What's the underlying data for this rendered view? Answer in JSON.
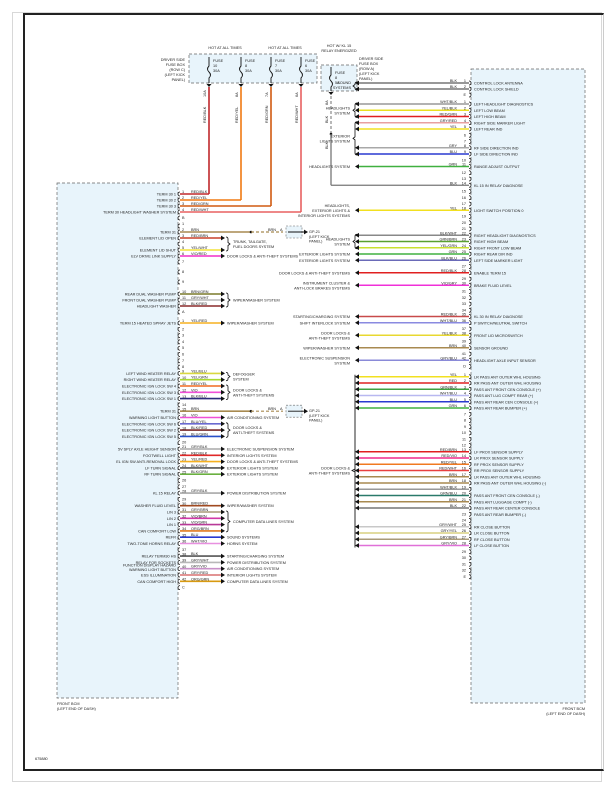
{
  "diagram_id": "675880",
  "fuses": [
    {
      "header": "HOT AT ALL TIMES",
      "label": "FUSE",
      "number": "10",
      "rating": "30A",
      "pin": "10A",
      "wire": "RED/BLK",
      "color": "#c0282c"
    },
    {
      "header": "",
      "label": "FUSE",
      "number": "8",
      "rating": "30A",
      "pin": "8A",
      "wire": "RED/YEL",
      "color": "#f07a12"
    },
    {
      "header": "HOT AT ALL TIMES",
      "label": "FUSE",
      "number": "7",
      "rating": "30A",
      "pin": "7A",
      "wire": "RED/GRN",
      "color": "#d05a10"
    },
    {
      "header": "",
      "label": "FUSE",
      "number": "6",
      "rating": "30A",
      "pin": "6A",
      "wire": "RED/WHT",
      "color": "#e32020"
    }
  ],
  "fuse_box_left": {
    "label": [
      "DRIVER SIDE",
      "FUSE BOX",
      "(ROW C)",
      "(LEFT KICK",
      "PANEL)"
    ]
  },
  "fuse_kl15": {
    "header": [
      "HOT W/ KL 15",
      "RELAY ENERGIZED"
    ],
    "label": "FUSE",
    "number": "8",
    "rating": "5A",
    "pin": "8A",
    "wire_top": "BLK",
    "wire_bottom": "BLK",
    "box_label": [
      "DRIVER SIDE",
      "FUSE BOX",
      "(ROW A)",
      "(LEFT KICK",
      "PANEL)"
    ]
  },
  "ground": {
    "name": "GP-21",
    "location": [
      "(LEFT KICK",
      "PANEL)"
    ],
    "wire": "BRN",
    "connector": "A"
  },
  "left_module": {
    "name": "FRONT BCM",
    "location": "(LEFT END OF DASH)",
    "sections": [
      {
        "connector": "B",
        "pins": [
          {
            "pin": "1",
            "func": "TERM 30 1",
            "wire": "RED/BLK",
            "color": "#c0282c",
            "dest": "",
            "src": "fuse10"
          },
          {
            "pin": "2",
            "func": "TERM 30 2",
            "wire": "RED/YEL",
            "color": "#f07a12",
            "dest": "",
            "src": "fuse8"
          },
          {
            "pin": "3",
            "func": "TERM 30 3",
            "wire": "RED/GRN",
            "color": "#d05a10",
            "dest": "",
            "src": "fuse7"
          },
          {
            "pin": "4",
            "func": "TERM 30 HEADLIGHT WASHER SYSTEM",
            "wire": "RED/WHT",
            "color": "#e86060",
            "dest": "",
            "src": "fuse6"
          }
        ]
      },
      {
        "connector": "A",
        "pins": [
          {
            "pin": "1",
            "func": "",
            "wire": "",
            "color": "",
            "dest": ""
          },
          {
            "pin": "2",
            "func": "TERM 31",
            "wire": "BRN",
            "color": "#a88a50",
            "dest": "GP-21"
          },
          {
            "pin": "3",
            "func": "ELEMENT LID OPEN",
            "wire": "RED/BRN",
            "color": "#c8402a",
            "dest": "TRUNK, TAILGATE, FUEL DOORS SYSTEM"
          },
          {
            "pin": "4",
            "func": "",
            "wire": "",
            "color": "",
            "dest": ""
          },
          {
            "pin": "5",
            "func": "ELEMENT LID SHUT",
            "wire": "YEL/WHT",
            "color": "#f2e23a",
            "dest": "TRUNK, TAILGATE, FUEL DOORS SYSTEM"
          },
          {
            "pin": "6",
            "func": "ELV DRIVE LINK SUPPLY",
            "wire": "VIO/RED",
            "color": "#f02ec8",
            "dest": "DOOR LOCKS & ANTI-THEFT SYSTEMS"
          },
          {
            "pin": "10",
            "func": "REAR DUAL WASHER PUMP",
            "wire": "BRN/GRN",
            "color": "#7a7a2a",
            "dest": "WIPER/WASHER SYSTEM"
          },
          {
            "pin": "11",
            "func": "FRONT DUAL WASHER PUMP",
            "wire": "GRY/WHT",
            "color": "#b8b8b8",
            "dest": "WIPER/WASHER SYSTEM"
          },
          {
            "pin": "12",
            "func": "HEADLIGHT WASHER",
            "wire": "BLK/RED",
            "color": "#8a2a2a",
            "dest": "WIPER/WASHER SYSTEM"
          }
        ]
      },
      {
        "connector": "C",
        "pins": [
          {
            "pin": "1",
            "func": "TERM 15 HEATED SPRAY JETS",
            "wire": "YEL/RED",
            "color": "#f5b020",
            "dest": "WIPER/WASHER SYSTEM"
          },
          {
            "pin": "9",
            "func": "LEFT WIND HEATER RELAY",
            "wire": "YEL/BLU",
            "color": "#d8d840",
            "dest": "DEFOGGER SYSTEM"
          },
          {
            "pin": "10",
            "func": "RIGHT WIND HEATER RELAY",
            "wire": "YEL/GRN",
            "color": "#a8d830",
            "dest": "DEFOGGER SYSTEM"
          },
          {
            "pin": "11",
            "func": "ELECTRONIC IGN LOCK SW 4",
            "wire": "RED/YEL",
            "color": "#f06a20",
            "dest": "DOOR LOCKS & ANTI-THEFT SYSTEMS"
          },
          {
            "pin": "12",
            "func": "ELECTRONIC IGN LOCK SW 3",
            "wire": "VIO",
            "color": "#f050d8",
            "dest": "DOOR LOCKS & ANTI-THEFT SYSTEMS"
          },
          {
            "pin": "13",
            "func": "ELECTRONIC IGN LOCK SW 1",
            "wire": "BLK/BLU",
            "color": "#2a2a7a",
            "dest": "DOOR LOCKS & ANTI-THEFT SYSTEMS"
          },
          {
            "pin": "15",
            "func": "TERM 31",
            "wire": "BRN",
            "color": "#a88a50",
            "dest": "GP-21"
          },
          {
            "pin": "16",
            "func": "WARNING LIGHT BUTTON",
            "wire": "VIO",
            "color": "#f050d8",
            "dest": "AIR CONDITIONING SYSTEM"
          },
          {
            "pin": "17",
            "func": "ELECTRONIC IGN LOCK SW 6",
            "wire": "BLU/YEL",
            "color": "#6a6ad0",
            "dest": "DOOR LOCKS & ANTI-THEFT SYSTEMS"
          },
          {
            "pin": "18",
            "func": "ELECTRONIC IGN LOCK SW 2",
            "wire": "BLK/RED",
            "color": "#7a2a2a",
            "dest": "DOOR LOCKS & ANTI-THEFT SYSTEMS"
          },
          {
            "pin": "19",
            "func": "ELECTRONIC IGN LOCK SW 5",
            "wire": "BLU/GRN",
            "color": "#2a50c8",
            "dest": "DOOR LOCKS & ANTI-THEFT SYSTEMS"
          },
          {
            "pin": "21",
            "func": "5V SPLY AXLE HEIGHT SENSOR",
            "wire": "GRY/BLK",
            "color": "#a8a8a8",
            "dest": "ELECTRONIC SUSPENSION SYSTEM"
          },
          {
            "pin": "22",
            "func": "FOOTWELL LIGHT",
            "wire": "RED/BLK",
            "color": "#e02828",
            "dest": "INTERIOR LIGHTS SYSTEM"
          },
          {
            "pin": "23",
            "func": "EL IGN SW ANTI-REMOVAL LOCK",
            "wire": "YEL/RED",
            "color": "#f5b020",
            "dest": "DOOR LOCKS & ANTI-THEFT SYSTEMS"
          },
          {
            "pin": "24",
            "func": "LF TURN SIGNAL",
            "wire": "BLK/WHT",
            "color": "#555555",
            "dest": "EXTERIOR LIGHTS SYSTEM"
          },
          {
            "pin": "25",
            "func": "RF TURN SIGNAL",
            "wire": "BLK/GRN",
            "color": "#6ab040",
            "dest": "EXTERIOR LIGHTS SYSTEM"
          },
          {
            "pin": "28",
            "func": "KL 15 RELAY",
            "wire": "GRY/BLK",
            "color": "#a8a8a8",
            "dest": "POWER DISTRIBUTION SYSTEM"
          },
          {
            "pin": "30",
            "func": "WASHER FLUID LEVEL",
            "wire": "BRN/RED",
            "color": "#a04a20",
            "dest": "WIPER/WASHER SYSTEM"
          },
          {
            "pin": "31",
            "func": "LIN 3",
            "wire": "GRY/BRN",
            "color": "#a89a78",
            "dest": "COMPUTER DATA LINES SYSTEM"
          },
          {
            "pin": "32",
            "func": "LIN 2",
            "wire": "VIO/BRN",
            "color": "#d03aa8",
            "dest": "COMPUTER DATA LINES SYSTEM"
          },
          {
            "pin": "33",
            "func": "LIN 1",
            "wire": "VIO/GRN",
            "color": "#b83a98",
            "dest": "COMPUTER DATA LINES SYSTEM"
          },
          {
            "pin": "34",
            "func": "CAN COMFORT LOW",
            "wire": "ORG/BRN",
            "color": "#e07a20",
            "dest": "COMPUTER DATA LINES SYSTEM"
          },
          {
            "pin": "35",
            "func": "REFR",
            "wire": "BLU",
            "color": "#2a3ad0",
            "dest": "SOUND SYSTEMS"
          },
          {
            "pin": "36",
            "func": "TWO-TONE HORNS RELAY",
            "wire": "WHT/VIO",
            "color": "#e890e0",
            "dest": "HORNS SYSTEM"
          },
          {
            "pin": "38",
            "func": "RELAY TERM30 HS",
            "wire": "BLK",
            "color": "#555555",
            "dest": "STARTING/CHARGING SYSTEM"
          },
          {
            "pin": "39",
            "func": "RELAY FOR SOCKETS",
            "wire": "GRY/WHT",
            "color": "#b8b8b8",
            "dest": "POWER DISTRIBUTION SYSTEM"
          },
          {
            "pin": "40",
            "func": "FUNCTION DISPLAY HAZARD WARNING LIGHT BUTTON",
            "wire": "GRY/VIO",
            "color": "#c890c8",
            "dest": "AIR CONDITIONING SYSTEM"
          },
          {
            "pin": "41",
            "func": "ESS ILLUMINATION",
            "wire": "GRY/RED",
            "color": "#d87070",
            "dest": "INTERIOR LIGHTS SYSTEM"
          },
          {
            "pin": "42",
            "func": "CAN COMFORT HIGH",
            "wire": "ORG/GRN",
            "color": "#d89a10",
            "dest": "COMPUTER DATA LINES SYSTEM"
          }
        ]
      }
    ]
  },
  "right_module": {
    "name": "FRONT BCM",
    "location": "(LEFT END OF DASH)",
    "connector_d": [
      {
        "pin": "1",
        "func": "CONTROL LOCK ANTENNA",
        "wire": "BLK",
        "color": "#777777",
        "src": "SOUND SYSTEMS"
      },
      {
        "pin": "2",
        "func": "CONTROL LOCK SHIELD",
        "wire": "BLK",
        "color": "#777777",
        "src": "SOUND SYSTEMS"
      }
    ],
    "connector_c": [
      {
        "pin": "1",
        "func": "LEFT HEADLIGHT DIAGNOSTICS",
        "wire": "WHT/BLK",
        "color": "#999999",
        "src": "HEADLIGHTS SYSTEM"
      },
      {
        "pin": "2",
        "func": "LEFT LOW BEAM",
        "wire": "YEL/BLK",
        "color": "#e8e020",
        "src": "HEADLIGHTS SYSTEM"
      },
      {
        "pin": "3",
        "func": "LEFT HIGH BEAM",
        "wire": "RED/GRN",
        "color": "#e02020",
        "src": "HEADLIGHTS SYSTEM"
      },
      {
        "pin": "4",
        "func": "RIGHT SIDE MARKER LIGHT",
        "wire": "GRY/RED",
        "color": "#e8a0a0",
        "src": "EXTERIOR LIGHTS SYSTEM"
      },
      {
        "pin": "5",
        "func": "LEFT REAR IND",
        "wire": "YEL",
        "color": "#f2e020",
        "src": "EXTERIOR LIGHTS SYSTEM"
      },
      {
        "pin": "8",
        "func": "RF SIDE DIRECTION IND",
        "wire": "GRY",
        "color": "#a8a8a8",
        "src": "EXTERIOR LIGHTS SYSTEM"
      },
      {
        "pin": "9",
        "func": "LF SIDE DIRECTION IND",
        "wire": "BLU",
        "color": "#2a3ad0",
        "src": "EXTERIOR LIGHTS SYSTEM"
      },
      {
        "pin": "11",
        "func": "RANGE ADJUST OUTPUT",
        "wire": "GRN",
        "color": "#40b040",
        "src": "HEADLIGHTS SYSTEM"
      },
      {
        "pin": "14",
        "func": "KL 15 IN RELAY DIAGNOSE",
        "wire": "BLK",
        "color": "#777777",
        "src": "fuse_kl15"
      },
      {
        "pin": "18",
        "func": "LIGHT SWITCH POSITION 0",
        "wire": "YEL",
        "color": "#f2e020",
        "src": "HEADLIGHTS, EXTERIOR LIGHTS & INTERIOR LIGHTS SYSTEMS"
      },
      {
        "pin": "22",
        "func": "RIGHT HEADLIGHT DIAGNOSTICS",
        "wire": "BLK/WHT",
        "color": "#888888",
        "src": "HEADLIGHTS SYSTEM"
      },
      {
        "pin": "23",
        "func": "RIGHT HIGH BEAM",
        "wire": "GRN/BRN",
        "color": "#5aa030",
        "src": "HEADLIGHTS SYSTEM"
      },
      {
        "pin": "24",
        "func": "RIGHT FRONT LOW BEAM",
        "wire": "YEL/GRN",
        "color": "#c8e030",
        "src": "HEADLIGHTS SYSTEM"
      },
      {
        "pin": "25",
        "func": "RIGHT REAR DIR IND",
        "wire": "GRN",
        "color": "#40b040",
        "src": "EXTERIOR LIGHTS SYSTEM"
      },
      {
        "pin": "26",
        "func": "LEFT SIDE MARKER LIGHT",
        "wire": "BLK/BLU",
        "color": "#6a6ab8",
        "src": "EXTERIOR LIGHTS SYSTEM"
      },
      {
        "pin": "28",
        "func": "ENABLE TERM 15",
        "wire": "RED/BLK",
        "color": "#e02020",
        "src": "DOOR LOCKS & ANTI-THEFT SYSTEMS"
      },
      {
        "pin": "30",
        "func": "BRAKE FLUID LEVEL",
        "wire": "VIO/GRY",
        "color": "#f030d8",
        "src": "INSTRUMENT CLUSTER & ANTI-LOCK BRAKES SYSTEMS"
      },
      {
        "pin": "35",
        "func": "KL 30 IN RELAY DIAGNOSE",
        "wire": "RED/BLK",
        "color": "#c84a4a",
        "src": "STARTING/CHARGING SYSTEM"
      },
      {
        "pin": "36",
        "func": "P SWITCH/NEUTRAL SWITCH",
        "wire": "WHT/BLU",
        "color": "#8a8ae0",
        "src": "SHIFT INTERLOCK SYSTEM"
      },
      {
        "pin": "38",
        "func": "FRONT LID MICROSWITCH",
        "wire": "YEL/BLK",
        "color": "#e8d830",
        "src": "DOOR LOCKS & ANTI-THEFT SYSTEMS"
      },
      {
        "pin": "40",
        "func": "SENSOR GROUND",
        "wire": "BRN",
        "color": "#a88a50",
        "src": "WIPER/WASHER SYSTEM"
      },
      {
        "pin": "42",
        "func": "HEADLIGHT AXLE INPUT SENSOR",
        "wire": "GRY/BLU",
        "color": "#8a8ad8",
        "src": "ELECTRONIC SUSPENSION SYSTEM"
      }
    ],
    "connector_e": [
      {
        "pin": "1",
        "func": "LR PASS ANT OUTER WHL HOUSING",
        "wire": "YEL",
        "color": "#f2e020"
      },
      {
        "pin": "2",
        "func": "RR PASS ANT OUTER WHL HOUSING",
        "wire": "RED",
        "color": "#e02020"
      },
      {
        "pin": "3",
        "func": "PASS ANT FRONT CEN CONSOLE (+)",
        "wire": "GRN/BLK",
        "color": "#40a040"
      },
      {
        "pin": "4",
        "func": "PASS ANT LUG COMPT REAR (+)",
        "wire": "WHT/BLU",
        "color": "#b8b8f0"
      },
      {
        "pin": "5",
        "func": "PASS ANT REAR CEN CONSOLE (+)",
        "wire": "BLU",
        "color": "#2a3ad0"
      },
      {
        "pin": "6",
        "func": "PASS ANT REAR BUMPER (+)",
        "wire": "GRN",
        "color": "#40b040"
      },
      {
        "pin": "13",
        "func": "LF PROX SENSOR SUPPLY",
        "wire": "RED/BRN",
        "color": "#e02020"
      },
      {
        "pin": "14",
        "func": "LR PROX SENSOR SUPPLY",
        "wire": "RED/VIO",
        "color": "#f02a8a"
      },
      {
        "pin": "15",
        "func": "RF PROX SENSOR SUPPLY",
        "wire": "RED/YEL",
        "color": "#f07a20"
      },
      {
        "pin": "16",
        "func": "RR PROX SENSOR SUPPLY",
        "wire": "RED/WHT",
        "color": "#e84040"
      },
      {
        "pin": "17",
        "func": "LR PASS ANT OUTER WHL HOUSING",
        "wire": "BRN",
        "color": "#a88a50"
      },
      {
        "pin": "18",
        "func": "RR PASS ANT OUTER WHL HOUSING (-)",
        "wire": "BRN",
        "color": "#a88a50"
      },
      {
        "pin": "19",
        "func": "",
        "wire": "WHT/BLK",
        "color": "#999999"
      },
      {
        "pin": "20",
        "func": "PASS ANT FRONT CEN CONSOLE (-)",
        "wire": "GRN/BLU",
        "color": "#2a7a6a"
      },
      {
        "pin": "21",
        "func": "PASS ANT LUGGAGE COMPT (-)",
        "wire": "BRN",
        "color": "#a88a50"
      },
      {
        "pin": "22",
        "func": "PASS ANT REAR CENTER CONSOLE",
        "wire": "BLK",
        "color": "#777777"
      },
      {
        "pin": "23",
        "func": "PASS ANT REAR BUMPER (-)",
        "wire": "",
        "color": ""
      },
      {
        "pin": "25",
        "func": "RR CLOSE BUTTON",
        "wire": "GRY/WHT",
        "color": "#c8c8c8"
      },
      {
        "pin": "26",
        "func": "LR CLOSE BUTTON",
        "wire": "GRY/YEL",
        "color": "#d8d080"
      },
      {
        "pin": "27",
        "func": "RF CLOSE BUTTON",
        "wire": "GRY/BRN",
        "color": "#a89a78"
      },
      {
        "pin": "28",
        "func": "LF CLOSE BUTTON",
        "wire": "GRY/VIO",
        "color": "#e070d8"
      }
    ],
    "connector_e_src": "DOOR LOCKS & ANTI-THEFT SYSTEMS"
  }
}
